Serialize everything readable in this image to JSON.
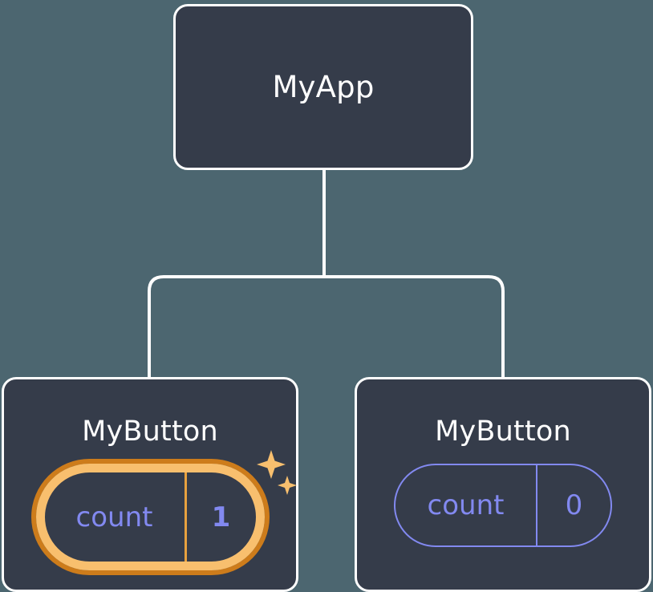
{
  "diagram": {
    "type": "component-tree",
    "background_color": "#4c6670",
    "node_fill_color": "#353c4a",
    "node_border_color": "#ffffff",
    "connector_color": "#ffffff",
    "state_accent_color": "#8289f0",
    "highlight_inner_color": "#f8bf6e",
    "highlight_outer_color": "#cd7c1b",
    "sparkle_color": "#f8bf6e",
    "root": {
      "title": "MyApp"
    },
    "children": [
      {
        "title": "MyButton",
        "state": {
          "key": "count",
          "value": "1",
          "highlighted": true,
          "sparkles": true
        }
      },
      {
        "title": "MyButton",
        "state": {
          "key": "count",
          "value": "0",
          "highlighted": false,
          "sparkles": false
        }
      }
    ]
  }
}
